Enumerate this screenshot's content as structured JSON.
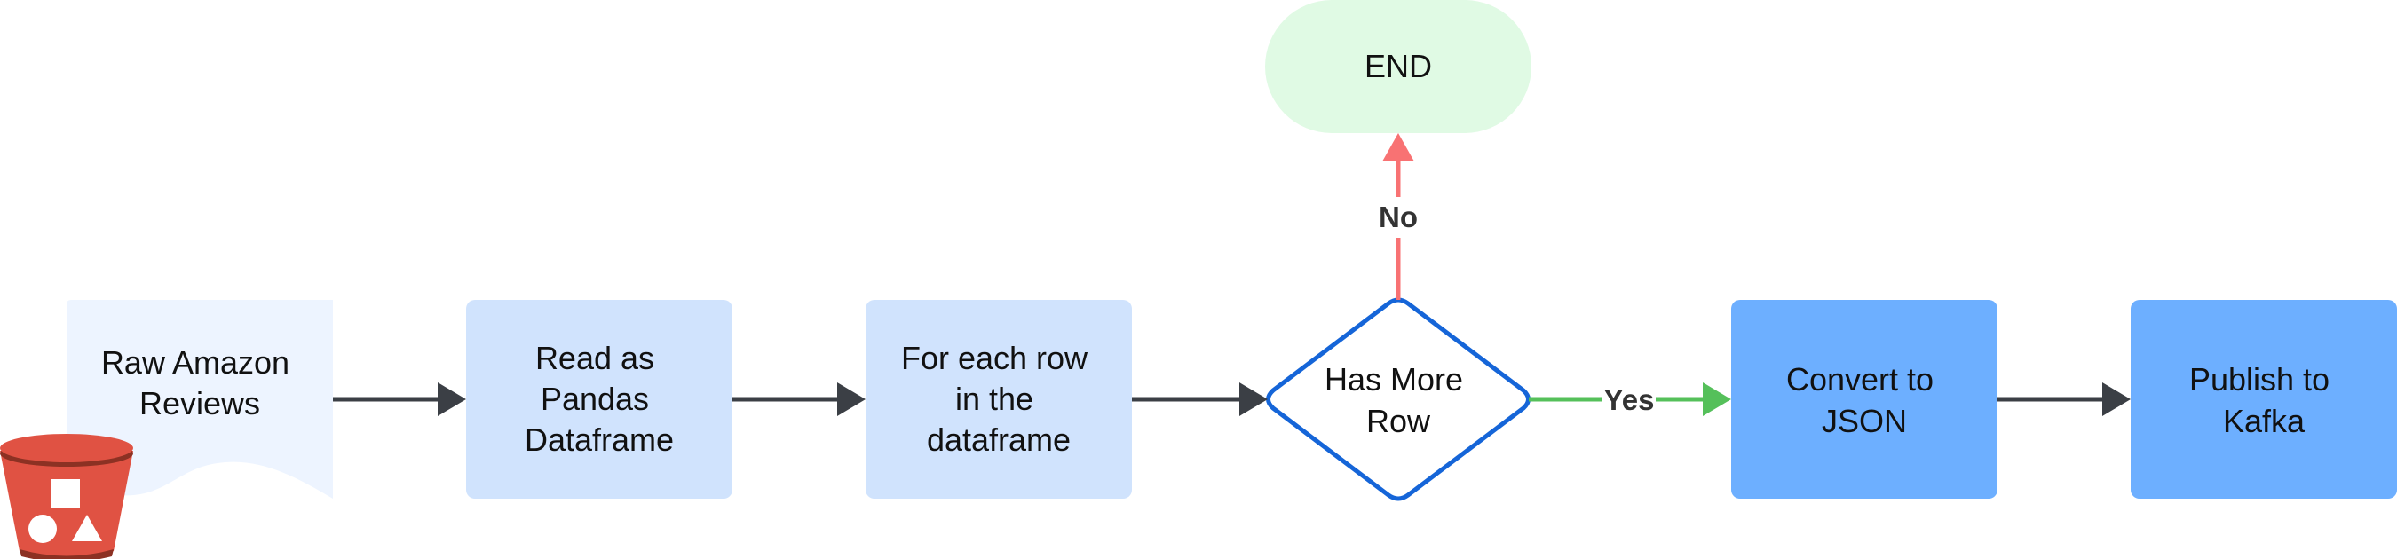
{
  "nodes": {
    "raw_reviews": {
      "lines": [
        "Raw Amazon",
        "Reviews"
      ]
    },
    "read_pandas": {
      "lines": [
        "Read as",
        "Pandas",
        "Dataframe"
      ]
    },
    "for_each_row": {
      "lines": [
        "For each row",
        "in the",
        "dataframe"
      ]
    },
    "has_more_row": {
      "lines": [
        "Has More",
        "Row"
      ]
    },
    "end": {
      "lines": [
        "END"
      ]
    },
    "convert_json": {
      "lines": [
        "Convert to",
        "JSON"
      ]
    },
    "publish_kafka": {
      "lines": [
        "Publish to",
        "Kafka"
      ]
    }
  },
  "edges": {
    "no_label": "No",
    "yes_label": "Yes"
  },
  "colors": {
    "document_fill": "#edf4ff",
    "light_process_fill": "#d0e3fd",
    "dark_process_fill": "#6dafff",
    "end_fill": "#e0fae4",
    "decision_stroke": "#1565d8",
    "arrow_default": "#3b3f45",
    "arrow_no": "#f87273",
    "arrow_yes": "#55c05a",
    "bucket_red": "#e05243",
    "bucket_dark": "#8c3123"
  },
  "icons": {
    "bucket": "s3-bucket-icon"
  }
}
